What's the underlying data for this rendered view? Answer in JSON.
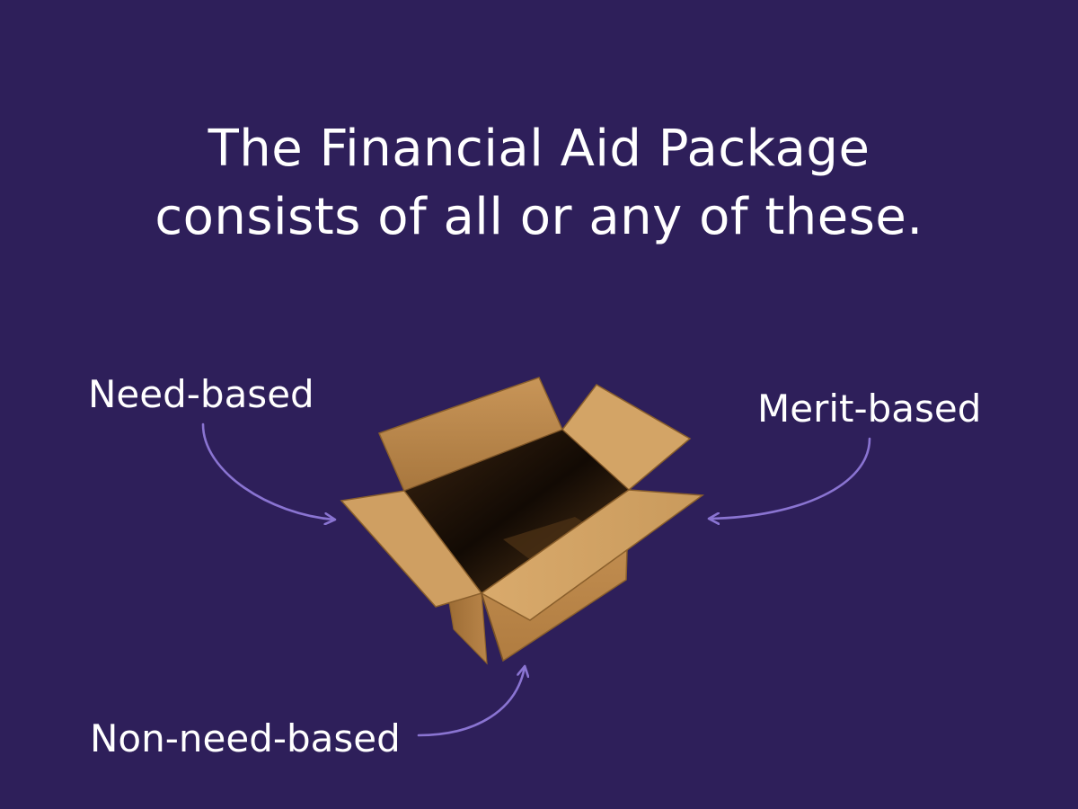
{
  "slide": {
    "title_line1": "The Financial Aid Package",
    "title_line2": "consists of all or any of these.",
    "labels": {
      "need_based": "Need-based",
      "merit_based": "Merit-based",
      "non_need_based": "Non-need-based"
    }
  },
  "colors": {
    "background": "#2e1f5a",
    "text": "#ffffff",
    "arrow": "#8a74d2",
    "cardboard_light": "#d8a86a",
    "cardboard_mid": "#c08c4e",
    "cardboard_dark": "#8a5f2c",
    "box_interior": "#1e1208"
  },
  "icons": {
    "box": "open-cardboard-box-icon"
  }
}
